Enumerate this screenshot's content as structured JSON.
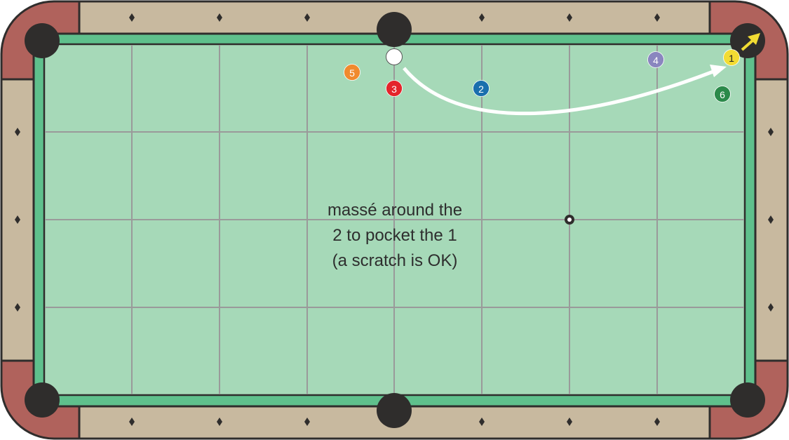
{
  "caption": {
    "lines": [
      "massé around the",
      "2 to pocket the 1",
      "(a scratch is OK)"
    ]
  },
  "colors": {
    "felt": "#a6d9b8",
    "cushion": "#5fc08c",
    "rail": "#c8b99f",
    "corner_rail": "#b0625c",
    "pocket": "#2f2d2c",
    "grid": "#9a9a9a",
    "path": "#ffffff",
    "arrow": "#f2dc33"
  },
  "balls": [
    {
      "id": "cue",
      "label": "",
      "color": "#ffffff"
    },
    {
      "id": "5",
      "label": "5",
      "color": "#f08a2e"
    },
    {
      "id": "3",
      "label": "3",
      "color": "#e4242b"
    },
    {
      "id": "2",
      "label": "2",
      "color": "#1a6fad"
    },
    {
      "id": "4",
      "label": "4",
      "color": "#8a86bf"
    },
    {
      "id": "1",
      "label": "1",
      "color": "#f2dc33"
    },
    {
      "id": "6",
      "label": "6",
      "color": "#2b8a4a"
    }
  ]
}
